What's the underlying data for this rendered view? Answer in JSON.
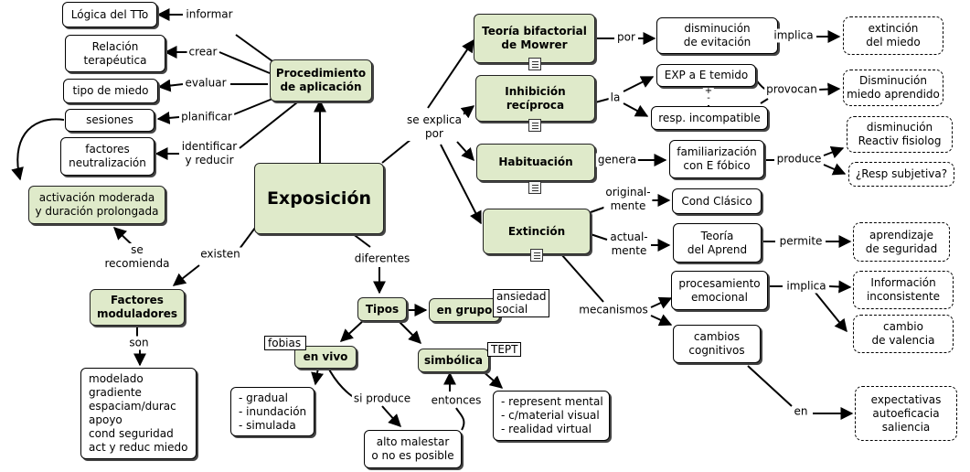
{
  "nodes": {
    "logica": "Lógica del TTo",
    "relacion": "Relación\nterapéutica",
    "tipo_miedo": "tipo de miedo",
    "sesiones": "sesiones",
    "factores_neut": "factores\nneutralización",
    "activacion": "activación moderada\ny duración prolongada",
    "procedimiento": "Procedimiento\nde aplicación",
    "exposicion": "Exposición",
    "factores_mod": "Factores\nmoduladores",
    "modelado": "modelado\ngradiente\nespaciam/durac\napoyo\ncond seguridad\nact y reduc miedo",
    "tipos": "Tipos",
    "en_grupo": "en grupo",
    "ansiedad_social": "ansiedad\nsocial",
    "en_vivo": "en vivo",
    "fobias": "fobias",
    "simbolica": "simbólica",
    "tept": "TEPT",
    "gradual": "- gradual\n- inundación\n- simulada",
    "alto_malestar": "alto malestar\no no es posible",
    "represent": "- represent mental\n- c/material visual\n- realidad virtual",
    "teoria_bifactorial": "Teoría bifactorial\nde Mowrer",
    "disminucion_evitacion": "disminución\nde evitación",
    "extincion_miedo": "extinción\ndel miedo",
    "inhibicion": "Inhibición\nrecíproca",
    "exp_temido": "EXP a E temido",
    "resp_incompatible": "resp. incompatible",
    "disminucion_miedo": "Disminución\nmiedo aprendido",
    "habituacion": "Habituación",
    "familiarizacion": "familiarización\ncon E fóbico",
    "disminucion_reactiv": "disminución\nReactiv fisiolog",
    "resp_subjetiva": "¿Resp subjetiva?",
    "extincion": "Extinción",
    "cond_clasico": "Cond Clásico",
    "teoria_aprend": "Teoría\ndel Aprend",
    "aprendizaje_seg": "aprendizaje\nde seguridad",
    "procesamiento": "procesamiento\nemocional",
    "informacion_inc": "Información\ninconsistente",
    "cambio_valencia": "cambio\nde valencia",
    "cambios_cognitivos": "cambios\ncognitivos",
    "expectativas": "expectativas\nautoeficacia\nsaliencia"
  },
  "links": {
    "informar": "informar",
    "crear": "crear",
    "evaluar": "evaluar",
    "planificar": "planificar",
    "identificar": "identificar\ny reducir",
    "se_explica": "se explica\npor",
    "existen": "existen",
    "se_recomienda": "se\nrecomienda",
    "son": "son",
    "diferentes": "diferentes",
    "si_produce": "si produce",
    "entonces": "entonces",
    "por": "por",
    "implica1": "implica",
    "la": "la",
    "provocan": "provocan",
    "genera": "genera",
    "produce": "produce",
    "originalmente": "original-\nmente",
    "actualmente": "actual-\nmente",
    "permite": "permite",
    "mecanismos": "mecanismos",
    "implica2": "implica",
    "en": "en",
    "plus_minus": "+\n-"
  }
}
